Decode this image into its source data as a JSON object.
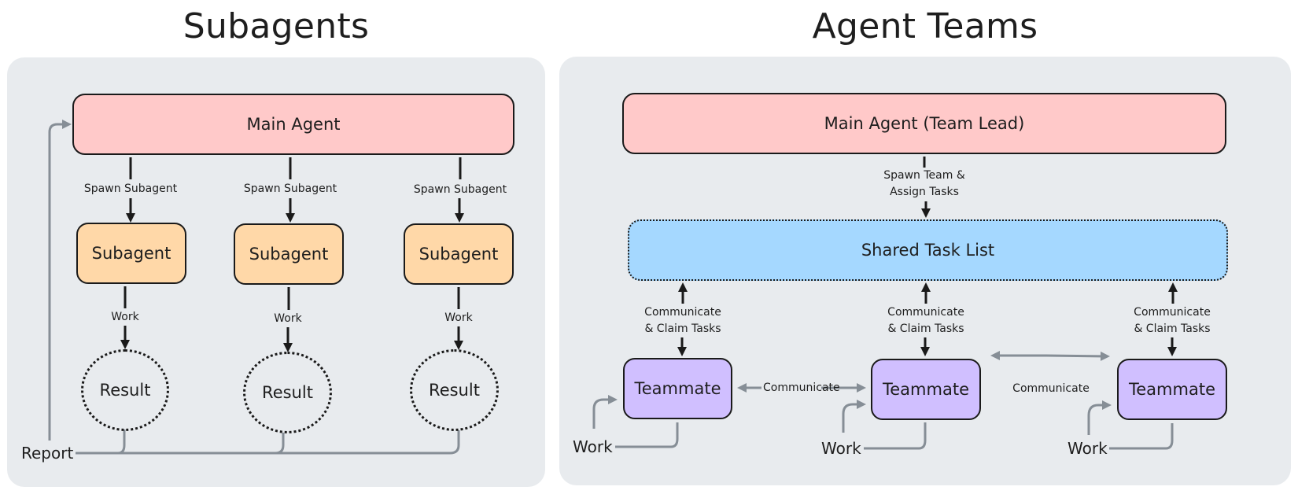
{
  "subagents": {
    "title": "Subagents",
    "main_agent": "Main Agent",
    "spawn_label": "Spawn Subagent",
    "subagent_label": "Subagent",
    "work_label": "Work",
    "result_label": "Result",
    "report_label": "Report",
    "count": 3
  },
  "agent_teams": {
    "title": "Agent Teams",
    "main_agent": "Main Agent (Team Lead)",
    "spawn_label_line1": "Spawn Team &",
    "spawn_label_line2": "Assign Tasks",
    "task_list": "Shared Task List",
    "claim_line1": "Communicate",
    "claim_line2": "& Claim Tasks",
    "teammate_label": "Teammate",
    "communicate_label": "Communicate",
    "work_label": "Work",
    "count": 3
  },
  "colors": {
    "main_agent": "#ffc9c9",
    "subagent": "#ffd8a8",
    "task_list": "#a5d8ff",
    "teammate": "#d0bfff",
    "panel": "#e8ebee",
    "gray_arrow": "#868e96",
    "black_arrow": "#1a1a1a"
  }
}
